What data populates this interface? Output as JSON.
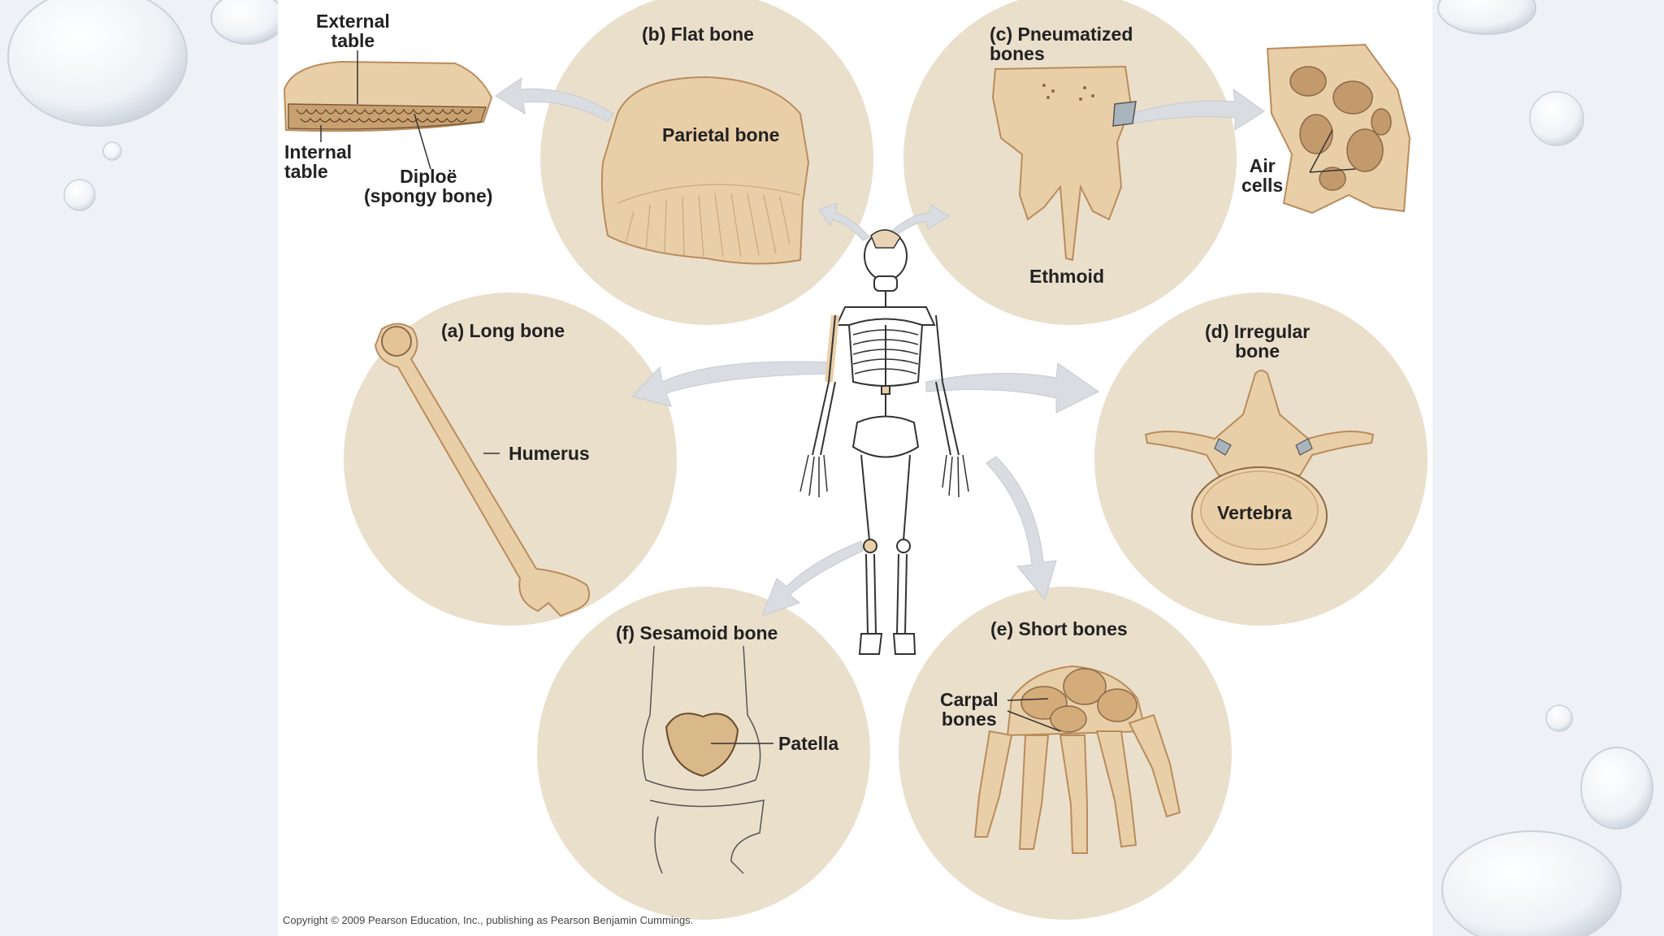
{
  "colors": {
    "circle": "#eadfcb",
    "bone": "#e9cfa8",
    "bone_dark": "#b98c5c",
    "arrow": "#d9dde2",
    "background": "#eef2f6"
  },
  "panels": {
    "flat": {
      "title": "(b) Flat bone",
      "label": "Parietal bone"
    },
    "pneumatized": {
      "title": "(c) Pneumatized\nbones",
      "label": "Ethmoid"
    },
    "long": {
      "title": "(a) Long bone",
      "label": "Humerus"
    },
    "irregular": {
      "title": "(d) Irregular\nbone",
      "label": "Vertebra"
    },
    "sesamoid": {
      "title": "(f) Sesamoid bone",
      "label": "Patella"
    },
    "short": {
      "title": "(e) Short bones",
      "label": "Carpal\nbones"
    }
  },
  "flat_detail": {
    "external": "External\ntable",
    "internal": "Internal\ntable",
    "diploe": "Diploë\n(spongy bone)"
  },
  "air_cells": "Air\ncells",
  "copyright": "Copyright © 2009 Pearson Education, Inc., publishing as Pearson Benjamin Cummings."
}
